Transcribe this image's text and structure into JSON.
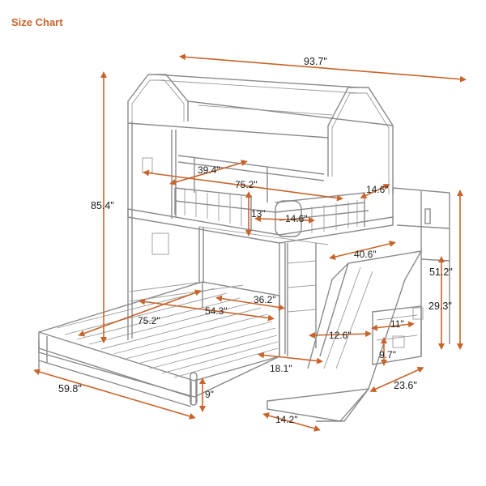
{
  "title": "Size Chart",
  "accent_color": "#c8642a",
  "frame_color": "#8a8a8a",
  "dimensions": {
    "overall_length": "93.7\"",
    "overall_height": "85.4\"",
    "top_bunk_length": "75.2\"",
    "top_bunk_width": "39.4\"",
    "top_rail_height": "13\"",
    "top_rail_gap": "14.6\"",
    "top_end_width": "14.6\"",
    "top_to_slide": "40.6\"",
    "bottom_inner_width": "36.2\"",
    "bottom_bunk_length": "75.2\"",
    "bottom_inner_length": "54.3\"",
    "stair_depth": "12.6\"",
    "side_height": "51.2\"",
    "platform_height": "29.3\"",
    "step_width": "11\"",
    "step_height": "9.7\"",
    "stair_width": "23.6\"",
    "bottom_width": "59.8\"",
    "floor_clearance": "9\"",
    "slide_offset": "18.1\"",
    "slide_width": "14.2\""
  }
}
